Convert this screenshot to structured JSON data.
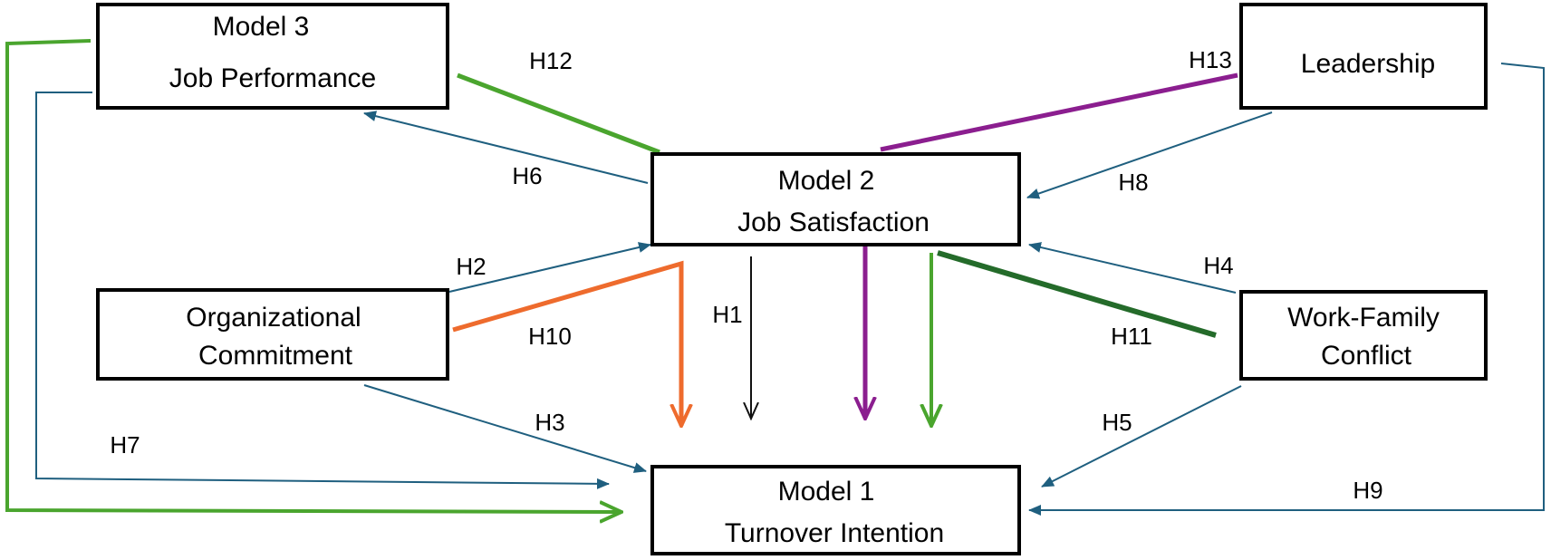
{
  "colors": {
    "blue": "#1f5f7f",
    "black": "#111111",
    "light_green": "#4aa52e",
    "dark_green": "#246b2a",
    "orange": "#ee6b2d",
    "purple": "#8b1e8f"
  },
  "nodes": {
    "model3": {
      "line1": "Model 3",
      "line2": "Job Performance"
    },
    "leadership": {
      "line1": "Leadership"
    },
    "model2": {
      "line1": "Model 2",
      "line2": "Job Satisfaction"
    },
    "org_commitment": {
      "line1": "Organizational",
      "line2": "Commitment"
    },
    "wfc": {
      "line1": "Work-Family",
      "line2": "Conflict"
    },
    "model1": {
      "line1": "Model 1",
      "line2": "Turnover Intention"
    }
  },
  "hypotheses": {
    "h1": "H1",
    "h2": "H2",
    "h3": "H3",
    "h4": "H4",
    "h5": "H5",
    "h6": "H6",
    "h7": "H7",
    "h8": "H8",
    "h9": "H9",
    "h10": "H10",
    "h11": "H11",
    "h12": "H12",
    "h13": "H13"
  }
}
